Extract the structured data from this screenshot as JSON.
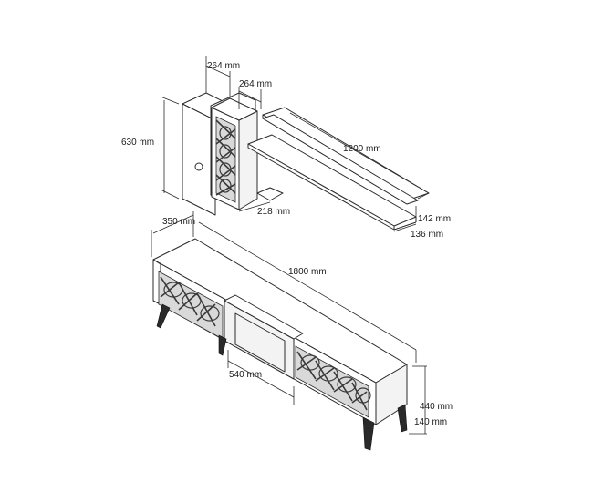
{
  "dimensions": {
    "cabinet_depth": "264 mm",
    "cabinet_width": "264 mm",
    "cabinet_height": "630 mm",
    "cabinet_base": "218 mm",
    "shelf_length": "1200 mm",
    "shelf_height": "142 mm",
    "shelf_depth": "136 mm",
    "tv_depth": "350 mm",
    "tv_length": "1800 mm",
    "tv_niche": "540 mm",
    "tv_height": "440 mm",
    "leg_height": "140 mm"
  }
}
